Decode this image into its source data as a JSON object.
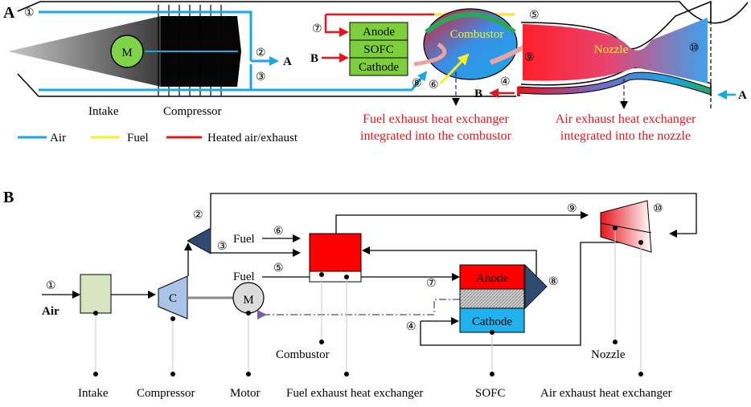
{
  "panel_a": {
    "panel_label": "A",
    "labels": {
      "intake": "Intake",
      "compressor": "Compressor",
      "motor_symbol": "M",
      "anode": "Anode",
      "sofc": "SOFC",
      "cathode": "Cathode",
      "combustor": "Combustor",
      "nozzle": "Nozzle",
      "port_a": "A",
      "port_b": "B",
      "fuel_hx_line1": "Fuel exhaust heat exchanger",
      "fuel_hx_line2": "integrated into the combustor",
      "air_hx_line1": "Air exhaust heat exchanger",
      "air_hx_line2": "integrated into the nozzle"
    },
    "stations": [
      "①",
      "②",
      "③",
      "④",
      "⑤",
      "⑥",
      "⑦",
      "⑧",
      "⑨",
      "⑩"
    ],
    "legend": [
      {
        "label": "Air",
        "color": "#1aa7e6"
      },
      {
        "label": "Fuel",
        "color": "#f5f020"
      },
      {
        "label": "Heated air/exhaust",
        "color": "#e8141c"
      }
    ]
  },
  "panel_b": {
    "panel_label": "B",
    "labels": {
      "air": "Air",
      "compressor_symbol": "C",
      "motor_symbol": "M",
      "fuel_6": "Fuel",
      "fuel_5": "Fuel",
      "anode": "Anode",
      "cathode": "Cathode"
    },
    "stations": [
      "①",
      "②",
      "③",
      "④",
      "⑤",
      "⑥",
      "⑦",
      "⑧",
      "⑨",
      "⑩"
    ],
    "component_labels": {
      "intake": "Intake",
      "compressor": "Compressor",
      "motor": "Motor",
      "combustor": "Combustor",
      "fuel_hx": "Fuel exhaust heat exchanger",
      "sofc": "SOFC",
      "nozzle": "Nozzle",
      "air_hx": "Air exhaust heat exchanger"
    }
  },
  "colors": {
    "air": "#1aa7e6",
    "fuel": "#f5f020",
    "heated": "#e8141c",
    "sofc_green": "#7ccf3a",
    "intake_green": "#d5e6c1",
    "combustor_red": "#ff0000",
    "cathode_blue": "#20b2ee",
    "compressor_blue": "#a9c4e6",
    "triangle_navy": "#2f4b72",
    "signal_purple": "#7b5ea7"
  }
}
